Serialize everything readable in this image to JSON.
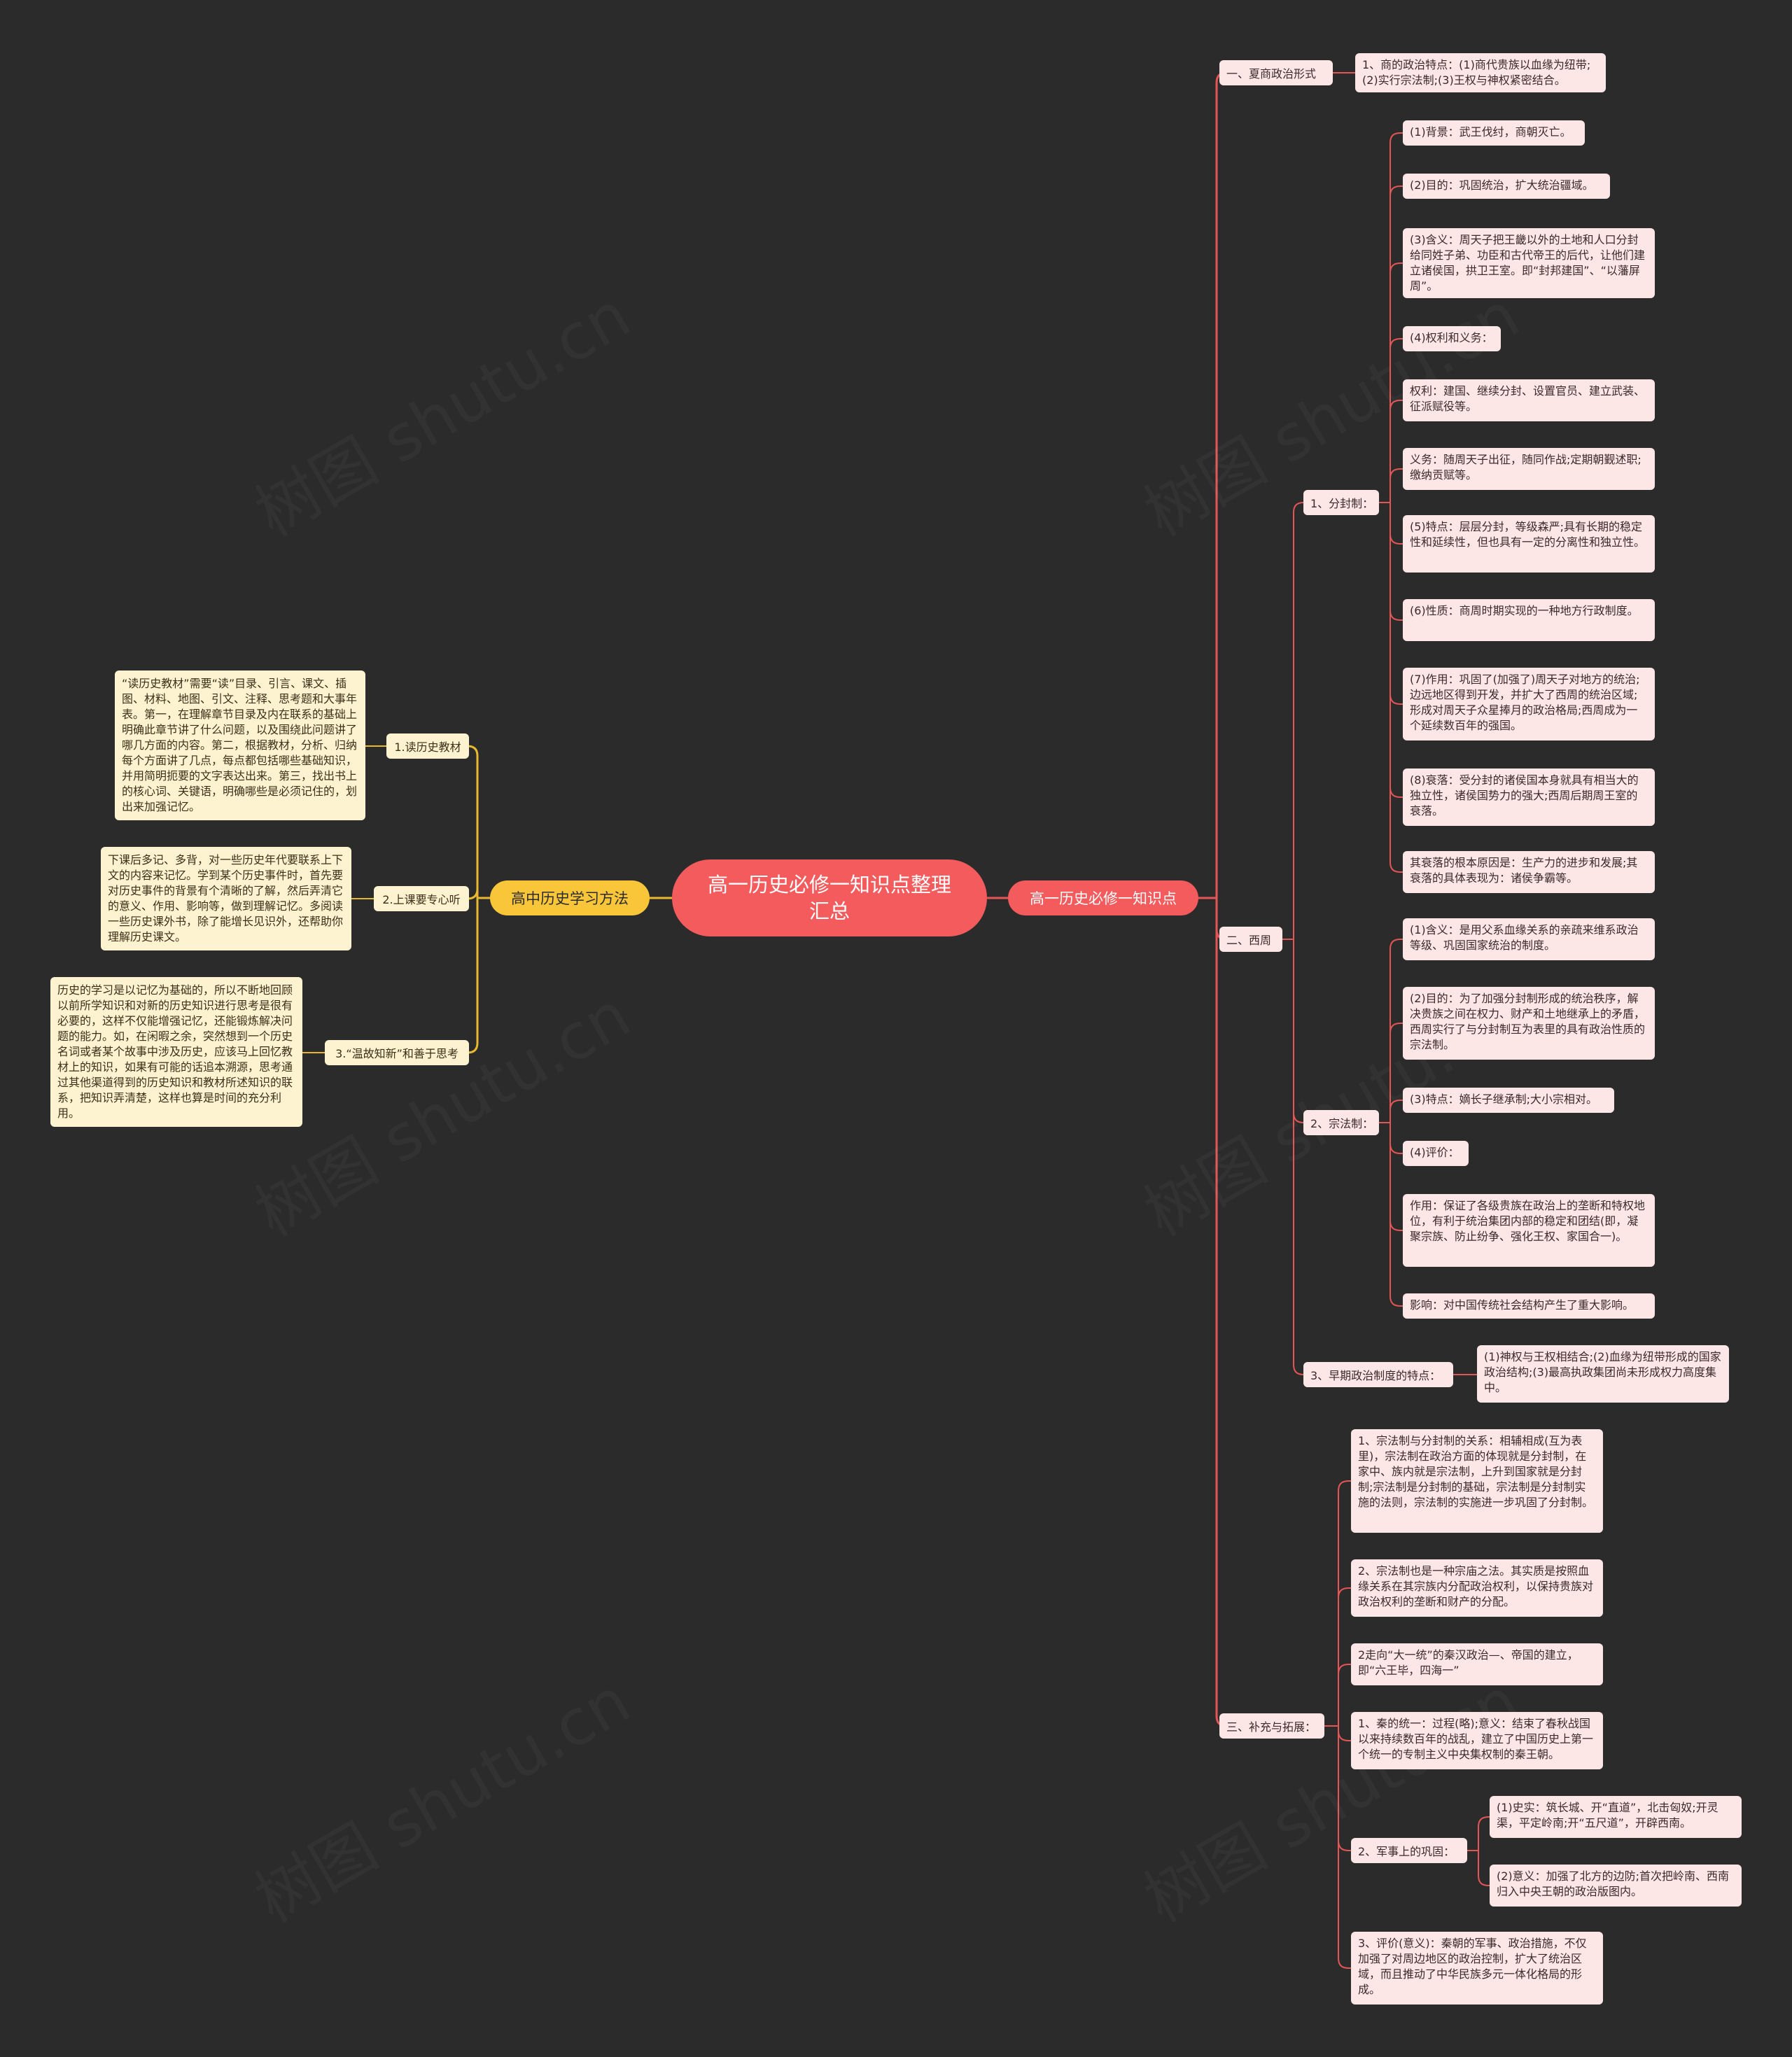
{
  "root": "高一历史必修一知识点整理汇总",
  "right_main": "高一历史必修一知识点",
  "left_main": "高中历史学习方法",
  "xia_shang": {
    "label": "一、夏商政治形式",
    "text": "1、商的政治特点：(1)商代贵族以血缘为纽带;(2)实行宗法制;(3)王权与神权紧密结合。"
  },
  "xizhou": {
    "label": "二、西周",
    "fengjian": {
      "label": "1、分封制：",
      "items": [
        "(1)背景：武王伐纣，商朝灭亡。",
        "(2)目的：巩固统治，扩大统治疆域。",
        "(3)含义：周天子把王畿以外的土地和人口分封给同姓子弟、功臣和古代帝王的后代，让他们建立诸侯国，拱卫王室。即“封邦建国”、“以藩屏周”。",
        "(4)权利和义务：",
        "权利：建国、继续分封、设置官员、建立武装、征派赋役等。",
        "义务：随周天子出征，随同作战;定期朝觐述职;缴纳贡赋等。",
        "(5)特点：层层分封，等级森严;具有长期的稳定性和延续性，但也具有一定的分离性和独立性。",
        "(6)性质：商周时期实现的一种地方行政制度。",
        "(7)作用：巩固了(加强了)周天子对地方的统治;边远地区得到开发，并扩大了西周的统治区域;形成对周天子众星捧月的政治格局;西周成为一个延续数百年的强国。",
        "(8)衰落：受分封的诸侯国本身就具有相当大的独立性，诸侯国势力的强大;西周后期周王室的衰落。",
        "其衰落的根本原因是：生产力的进步和发展;其衰落的具体表现为：诸侯争霸等。"
      ]
    },
    "zongfa": {
      "label": "2、宗法制：",
      "items": [
        "(1)含义：是用父系血缘关系的亲疏来维系政治等级、巩固国家统治的制度。",
        "(2)目的：为了加强分封制形成的统治秩序，解决贵族之间在权力、财产和土地继承上的矛盾，西周实行了与分封制互为表里的具有政治性质的宗法制。",
        "(3)特点：嫡长子继承制;大小宗相对。",
        "(4)评价：",
        "作用：保证了各级贵族在政治上的垄断和特权地位，有利于统治集团内部的稳定和团结(即，凝聚宗族、防止纷争、强化王权、家国合一)。",
        "影响：对中国传统社会结构产生了重大影响。"
      ]
    },
    "zaoqi": {
      "label": "3、早期政治制度的特点：",
      "text": "(1)神权与王权相结合;(2)血缘为纽带形成的国家政治结构;(3)最高执政集团尚未形成权力高度集中。"
    }
  },
  "buchong": {
    "label": "三、补充与拓展：",
    "items": [
      "1、宗法制与分封制的关系：相辅相成(互为表里)，宗法制在政治方面的体现就是分封制，在家中、族内就是宗法制，上升到国家就是分封制;宗法制是分封制的基础，宗法制是分封制实施的法则，宗法制的实施进一步巩固了分封制。",
      "2、宗法制也是一种宗庙之法。其实质是按照血缘关系在其宗族内分配政治权利，以保持贵族对政治权利的垄断和财产的分配。",
      "2走向“大一统”的秦汉政治—、帝国的建立，即“六王毕，四海一”",
      "1、秦的统一：过程(略);意义：结束了春秋战国以来持续数百年的战乱，建立了中国历史上第一个统一的专制主义中央集权制的秦王朝。"
    ],
    "junshi": {
      "label": "2、军事上的巩固：",
      "items": [
        "(1)史实：筑长城、开“直道”，北击匈奴;开灵渠，平定岭南;开“五尺道”，开辟西南。",
        "(2)意义：加强了北方的边防;首次把岭南、西南归入中央王朝的政治版图内。"
      ]
    },
    "pingjia": "3、评价(意义)：秦朝的军事、政治措施，不仅加强了对周边地区的政治控制，扩大了统治区域，而且推动了中华民族多元一体化格局的形成。"
  },
  "methods": [
    {
      "label": "1.读历史教材",
      "text": "“读历史教材”需要“读”目录、引言、课文、插图、材料、地图、引文、注释、思考题和大事年表。第一，在理解章节目录及内在联系的基础上明确此章节讲了什么问题，以及围绕此问题讲了哪几方面的内容。第二，根据教材，分析、归纳每个方面讲了几点，每点都包括哪些基础知识，并用简明扼要的文字表达出来。第三，找出书上的核心词、关键语，明确哪些是必须记住的，划出来加强记忆。"
    },
    {
      "label": "2.上课要专心听",
      "text": "下课后多记、多背，对一些历史年代要联系上下文的内容来记忆。学到某个历史事件时，首先要对历史事件的背景有个清晰的了解，然后弄清它的意义、作用、影响等，做到理解记忆。多阅读一些历史课外书，除了能增长见识外，还帮助你理解历史课文。"
    },
    {
      "label": "3.“温故知新”和善于思考",
      "text": "历史的学习是以记忆为基础的，所以不断地回顾以前所学知识和对新的历史知识进行思考是很有必要的，这样不仅能增强记忆，还能锻炼解决问题的能力。如，在闲暇之余，突然想到一个历史名词或者某个故事中涉及历史，应该马上回忆教材上的知识，如果有可能的话追本溯源，思考通过其他渠道得到的历史知识和教材所述知识的联系，把知识弄清楚，这样也算是时间的充分利用。"
    }
  ],
  "watermark": "树图 shutu.cn",
  "colors": {
    "background": "#2b2b2b",
    "root": "#f45b5c",
    "right_branch": "#f45b5c",
    "left_branch": "#f9c63a",
    "right_leaf": "#fde6e6",
    "left_leaf": "#fdf3d0",
    "right_line": "#e45555",
    "left_line": "#e8b830"
  }
}
